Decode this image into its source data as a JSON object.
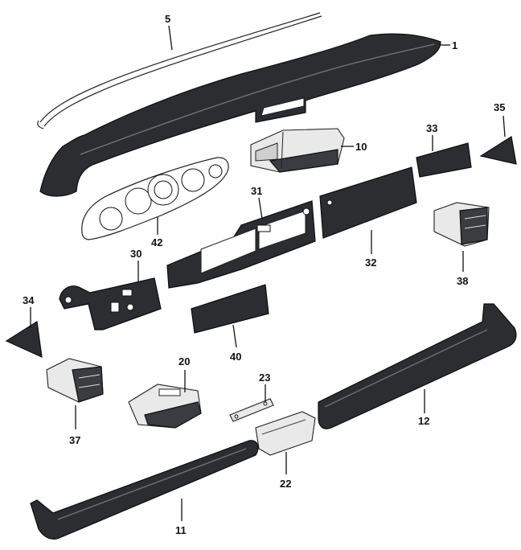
{
  "callouts": [
    {
      "id": "p1",
      "label": "1"
    },
    {
      "id": "p5",
      "label": "5"
    },
    {
      "id": "p10",
      "label": "10"
    },
    {
      "id": "p11",
      "label": "11"
    },
    {
      "id": "p12",
      "label": "12"
    },
    {
      "id": "p20",
      "label": "20"
    },
    {
      "id": "p22",
      "label": "22"
    },
    {
      "id": "p23",
      "label": "23"
    },
    {
      "id": "p30",
      "label": "30"
    },
    {
      "id": "p31",
      "label": "31"
    },
    {
      "id": "p32",
      "label": "32"
    },
    {
      "id": "p33",
      "label": "33"
    },
    {
      "id": "p34",
      "label": "34"
    },
    {
      "id": "p35",
      "label": "35"
    },
    {
      "id": "p37",
      "label": "37"
    },
    {
      "id": "p38",
      "label": "38"
    },
    {
      "id": "p40",
      "label": "40"
    },
    {
      "id": "p42",
      "label": "42"
    }
  ],
  "colors": {
    "part_fill": "#2b2d30",
    "outline": "#222222",
    "background": "#ffffff"
  }
}
